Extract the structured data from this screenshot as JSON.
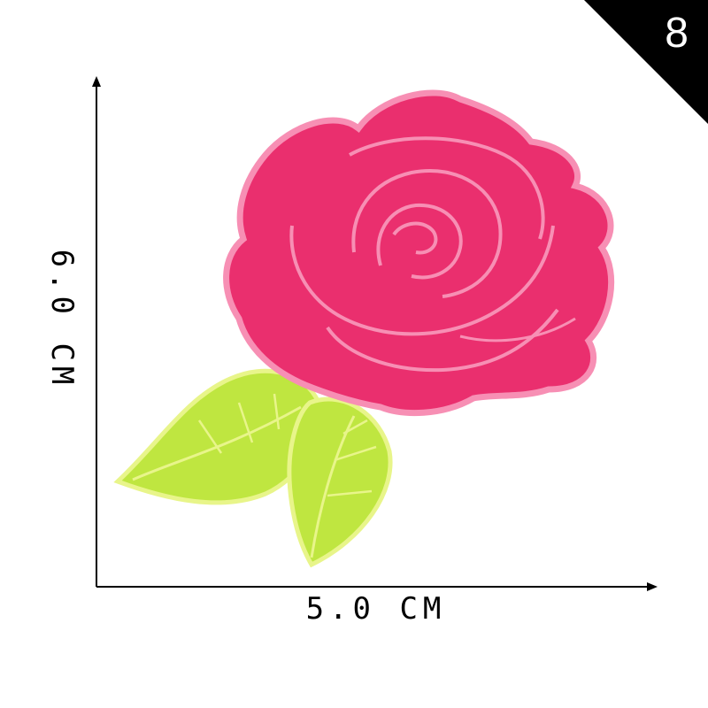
{
  "badge": {
    "number": "8"
  },
  "dimensions": {
    "width_label": "5.0 CM",
    "height_label": "6.0 CM"
  },
  "product": {
    "subject": "rose",
    "colors": {
      "petal": "#ea2f6e",
      "petal_outline": "#f78fb4",
      "leaf": "#bfe640",
      "leaf_vein": "#e8f58a"
    }
  }
}
